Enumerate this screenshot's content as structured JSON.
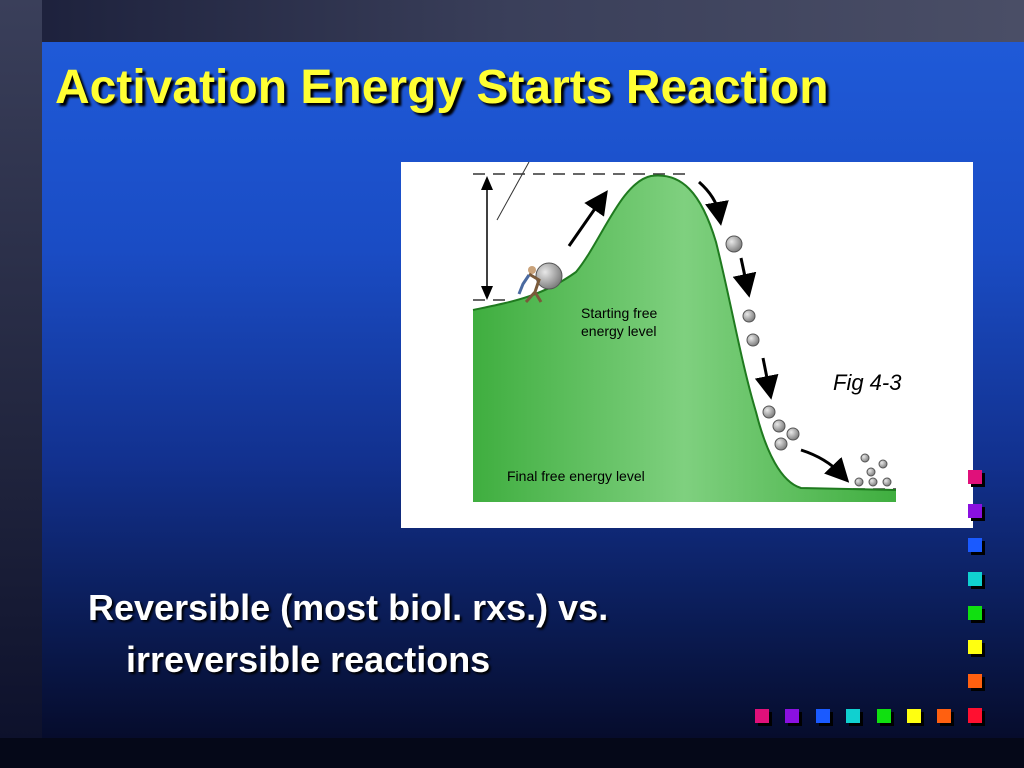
{
  "slide": {
    "title": "Activation Energy Starts Reaction",
    "figure": {
      "caption": "Fig 4-3",
      "starting_label_line1": "Starting free",
      "starting_label_line2": "energy level",
      "final_label": "Final free energy level"
    },
    "bullet": {
      "line1": "Reversible (most biol. rxs.)  vs.",
      "line2": "irreversible reactions"
    }
  },
  "decoration": {
    "square_colors": [
      "#e0107a",
      "#8a10e0",
      "#1a5aff",
      "#10d0d0",
      "#10e010",
      "#ffff10",
      "#ff6010",
      "#ff1030"
    ]
  }
}
